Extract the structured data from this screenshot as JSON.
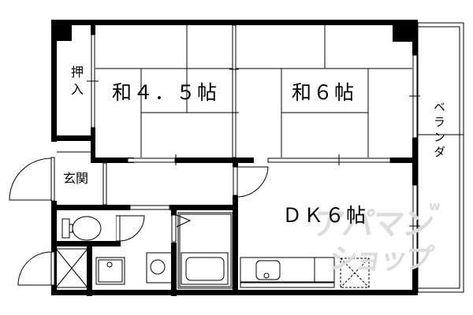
{
  "plan": {
    "rooms": {
      "washitsu_45": {
        "label": "和４．５帖"
      },
      "washitsu_6": {
        "label": "和６帖"
      },
      "dk": {
        "label": "ＤＫ６帖"
      },
      "oshiire": {
        "label": "押入"
      },
      "genkan": {
        "label": "玄関"
      },
      "veranda": {
        "label": "ベランダ"
      }
    },
    "watermark": {
      "line1": "アパマン",
      "line2": "ショップ",
      "small": "w"
    },
    "colors": {
      "wall": "#000000",
      "background": "#ffffff",
      "watermark": "#dcdcdc"
    }
  }
}
